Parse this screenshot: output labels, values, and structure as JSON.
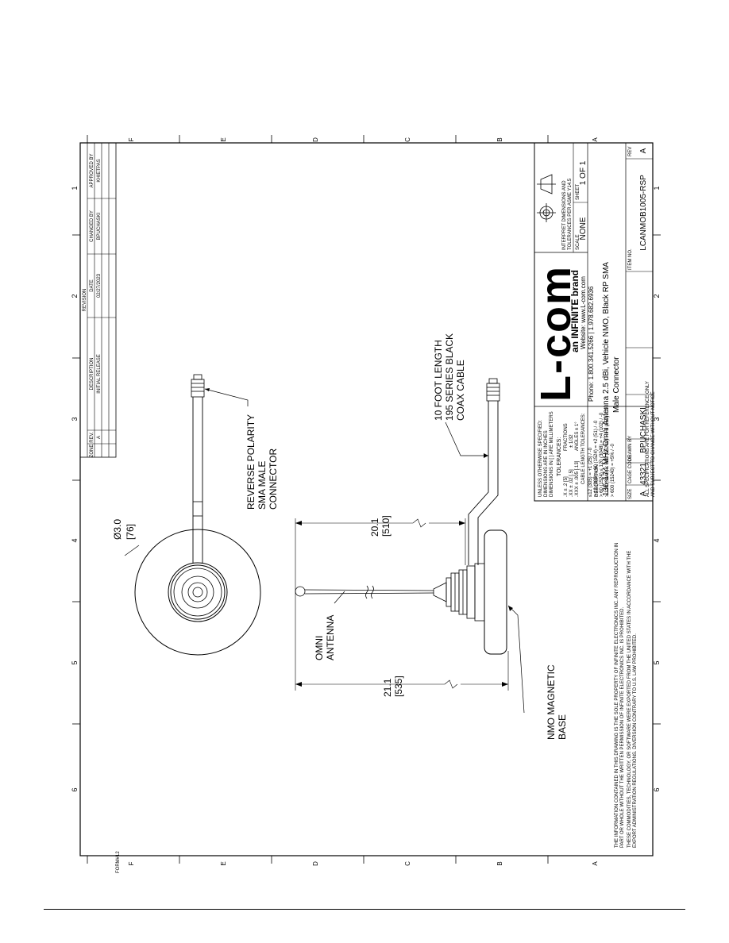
{
  "zones": {
    "top_numbers": [
      "1",
      "2",
      "3",
      "4",
      "5",
      "6"
    ],
    "side_letters": [
      "A",
      "B",
      "C",
      "D",
      "E",
      "F"
    ]
  },
  "revision": {
    "heading": "REVISION",
    "headers": [
      "ZONE",
      "REV.",
      "DESCRIPTION",
      "DATE",
      "CHANGED BY",
      "APPROVED BY"
    ],
    "row": {
      "zone": "",
      "rev": "A",
      "description": "INITIAL RELEASE",
      "date": "02/27/2023",
      "changed_by": "BPUCHASKI",
      "approved_by": "KHIETPAS"
    }
  },
  "callouts": {
    "diameter_value": "Ø3.0",
    "diameter_mm": "[76]",
    "connector": [
      "REVERSE POLARITY",
      "SMA MALE",
      "CONNECTOR"
    ],
    "cable": [
      "10 FOOT LENGTH",
      "195 SERIES BLACK",
      "COAX CABLE"
    ],
    "antenna": [
      "OMNI",
      "ANTENNA"
    ],
    "base": [
      "NMO MAGNETIC",
      "BASE"
    ],
    "dim_height": "20.1",
    "dim_height_mm": "[510]",
    "dim_total": "21.1",
    "dim_total_mm": "[535]"
  },
  "tolerances": {
    "intro": [
      "UNLESS OTHERWISE SPECIFIED:",
      "DIMENSIONS ARE IN INCHES",
      "DIMENSIONS IN [ ] ARE MILLIMETERS"
    ],
    "heading": "TOLERANCES:",
    "left": [
      ".X ± .2 [5]",
      ".XX ± .02 [.5]",
      ".XXX ± .005 [.13]"
    ],
    "fractions_label": "FRACTIONS",
    "fractions_value": "± 1/32",
    "angles": "ANGLES ± 1°",
    "cable_heading": "CABLE LENGTH TOLERANCES:",
    "cable_rows": [
      "≤12 (305) = +1 (25) / -0",
      "> 12 (305) ≤ 60 (1524) = +2 (51) / -0",
      "> 60 (1524) ≤ 120 (3048) = +4 (102) / -0",
      "> 120 (3048) ≤ 600 (15240) = +6 (152) / -0",
      "> 600 (15240) = +5% / -0"
    ],
    "note": [
      "ALL SPECIFICATIONS ARE FOR REFERENCE ONLY",
      "AND SUBJECT TO CHANGE WITHOUT NOTICE"
    ]
  },
  "title_block": {
    "logo": "L-com",
    "brand": "an INFINITE brand",
    "website": "Website: www.L-com.com",
    "phone": "Phone: 1.800.341.5266 | 1.978.682.6936",
    "projection": [
      "INTERPRET DIMENSIONS AND",
      "TOLERANCES PER ASME Y14.5"
    ],
    "scale_label": "SCALE",
    "scale_value": "NONE",
    "sheet_label": "SHEET",
    "sheet_value": "1 OF 1",
    "description_label": "DESCRIPTION",
    "description": [
      "136-174 MHz Omni Antenna 2.5 dBi, Vehicle NMO, Black RP SMA",
      "Male Connector"
    ],
    "size_label": "SIZE",
    "size_value": "A",
    "cage_label": "CAGE CODE",
    "cage_value": "43321",
    "drawn_label": "DRAWN BY",
    "drawn_value": "BPUCHASKI",
    "item_label": "ITEM NO.",
    "item_value": "LCANMOB1005-RSP",
    "rev_label": "REV",
    "rev_value": "A"
  },
  "proprietary": [
    "THE INFORMATION CONTAINED IN THIS DRAWING IS THE SOLE PROPERTY OF INFINITE ELECTRONICS INC. ANY REPRODUCTION IN",
    "PART OR WHOLE WITHOUT THE WRITTEN PERMISSION OF INFINITE ELECTRONICS INC. IS PROHIBITED.",
    "THESE COMMODITIES, TECHNOLOGY, OR SOFTWARE WERE EXPORTED FROM THE UNITED STATES IN ACCORDANCE WITH THE",
    "EXPORT ADMINISTRATION REGULATIONS. DIVERSION CONTRARY TO U.S. LAW PROHIBITED."
  ],
  "form_id": "FORM#12"
}
